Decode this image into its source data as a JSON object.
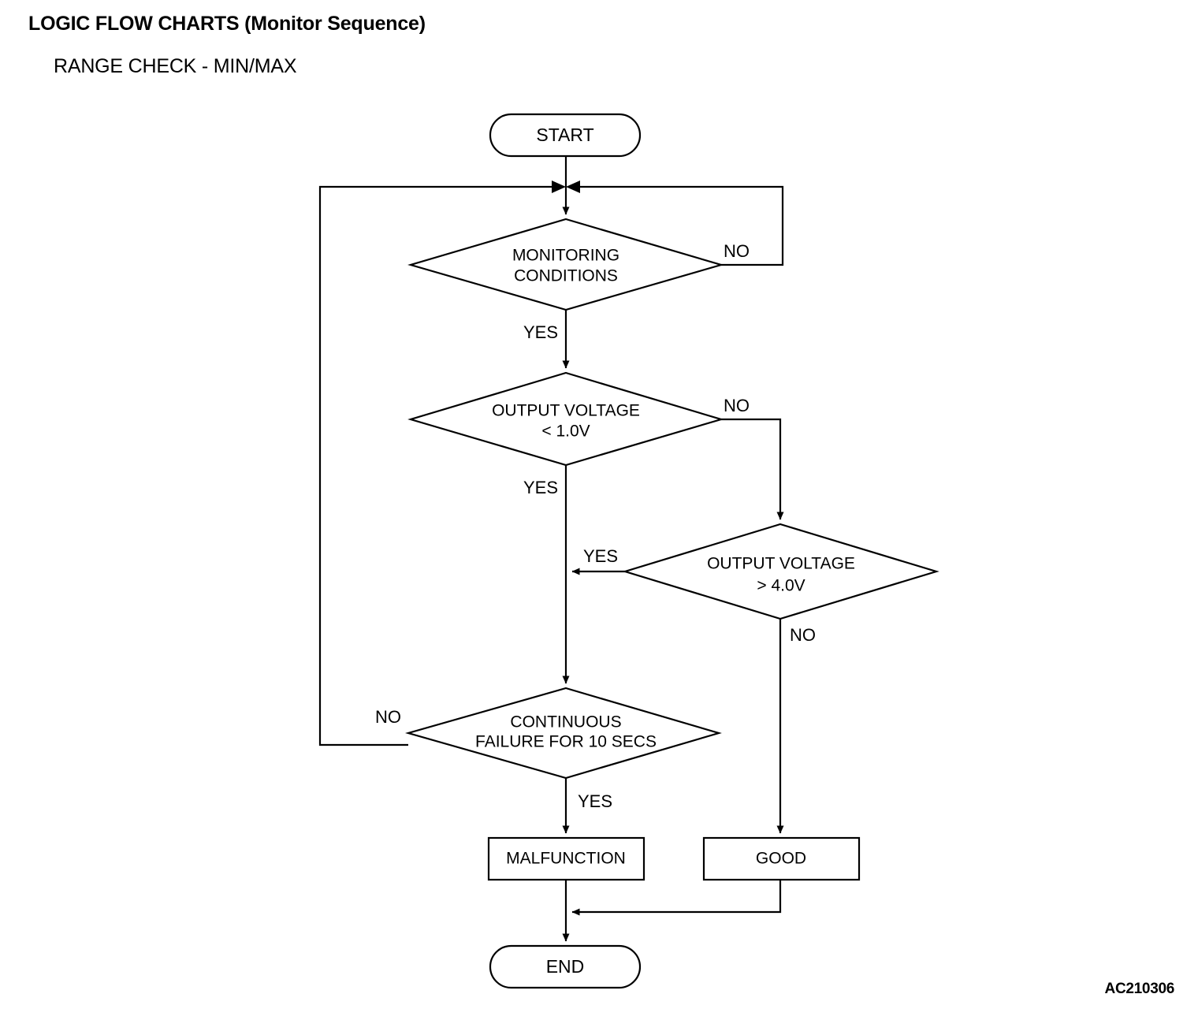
{
  "document": {
    "title_main": "LOGIC FLOW CHARTS (Monitor Sequence)",
    "title_sub": "RANGE CHECK - MIN/MAX",
    "reference_code": "AC210306"
  },
  "chart_data": {
    "type": "diagram",
    "diagram_kind": "flowchart",
    "title": "RANGE CHECK - MIN/MAX",
    "orientation": "top-to-bottom",
    "nodes": [
      {
        "id": "start",
        "shape": "terminator",
        "label": "START"
      },
      {
        "id": "monitoring",
        "shape": "decision",
        "label_line1": "MONITORING",
        "label_line2": "CONDITIONS"
      },
      {
        "id": "volt_min",
        "shape": "decision",
        "label_line1": "OUTPUT VOLTAGE",
        "label_line2": "< 1.0V"
      },
      {
        "id": "volt_max",
        "shape": "decision",
        "label_line1": "OUTPUT VOLTAGE",
        "label_line2": "> 4.0V"
      },
      {
        "id": "cont_fail",
        "shape": "decision",
        "label_line1": "CONTINUOUS",
        "label_line2": "FAILURE FOR 10 SECS"
      },
      {
        "id": "malfunction",
        "shape": "process",
        "label": "MALFUNCTION"
      },
      {
        "id": "good",
        "shape": "process",
        "label": "GOOD"
      },
      {
        "id": "end",
        "shape": "terminator",
        "label": "END"
      }
    ],
    "edges": [
      {
        "from": "start",
        "to": "monitoring",
        "label": ""
      },
      {
        "from": "monitoring",
        "to": "monitoring",
        "label": "NO"
      },
      {
        "from": "monitoring",
        "to": "volt_min",
        "label": "YES"
      },
      {
        "from": "volt_min",
        "to": "volt_max",
        "label": "NO"
      },
      {
        "from": "volt_min",
        "to": "cont_fail",
        "label": "YES"
      },
      {
        "from": "volt_max",
        "to": "cont_fail",
        "label": "YES"
      },
      {
        "from": "volt_max",
        "to": "good",
        "label": "NO"
      },
      {
        "from": "cont_fail",
        "to": "monitoring",
        "label": "NO"
      },
      {
        "from": "cont_fail",
        "to": "malfunction",
        "label": "YES"
      },
      {
        "from": "malfunction",
        "to": "end",
        "label": ""
      },
      {
        "from": "good",
        "to": "end",
        "label": ""
      }
    ],
    "edge_labels": {
      "monitoring_no": "NO",
      "monitoring_yes": "YES",
      "volt_min_no": "NO",
      "volt_min_yes": "YES",
      "volt_max_yes": "YES",
      "volt_max_no": "NO",
      "cont_fail_no": "NO",
      "cont_fail_yes": "YES"
    },
    "colors": {
      "stroke": "#000000",
      "fill": "#ffffff",
      "text": "#000000"
    }
  }
}
